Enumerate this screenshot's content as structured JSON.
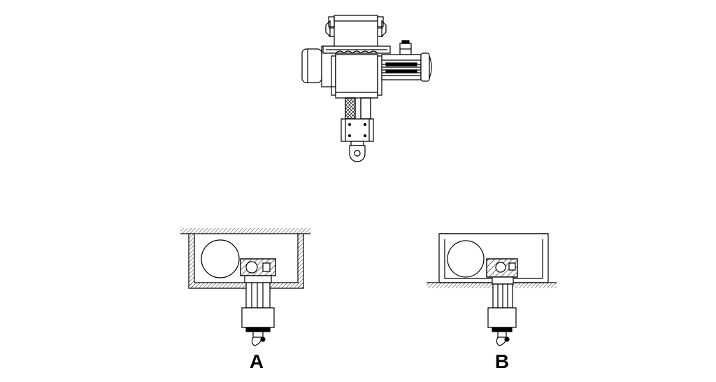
{
  "labels": {
    "a": "A",
    "b": "B"
  },
  "colors": {
    "line": "#000000",
    "background": "#ffffff",
    "hatch": "#000000"
  },
  "figures": {
    "hoist": {
      "name": "electric-hoist-front-view"
    },
    "variant_a": {
      "name": "hoist-mounting-variant-a",
      "label_key": "a"
    },
    "variant_b": {
      "name": "hoist-mounting-variant-b",
      "label_key": "b"
    }
  }
}
